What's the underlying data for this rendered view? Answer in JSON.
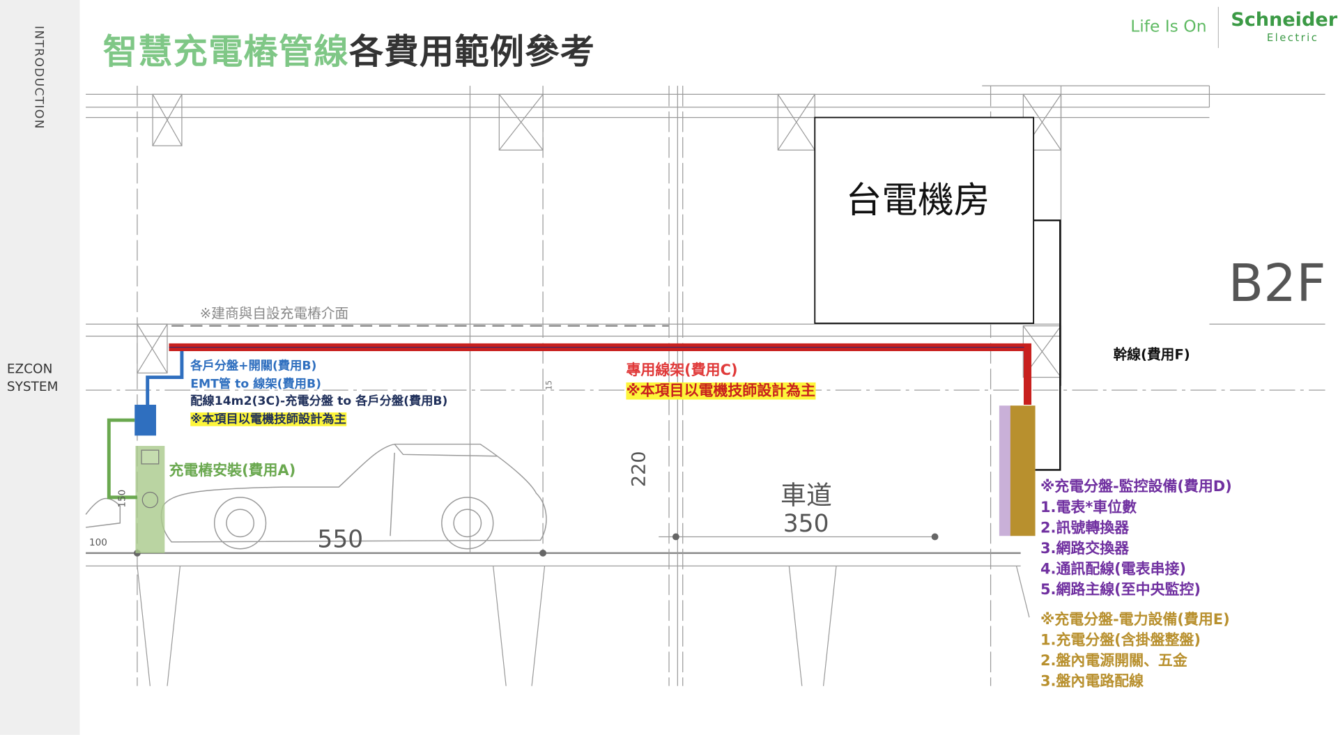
{
  "sidebar": {
    "section": "INTRODUCTION",
    "system": "EZCON SYSTEM"
  },
  "title": {
    "highlight": "智慧充電樁管線",
    "rest": "各費用範例參考"
  },
  "logo": {
    "tagline": "Life Is On",
    "brand": "Schneider",
    "brand_sub": "Electric"
  },
  "diagram": {
    "room": "台電機房",
    "floor": "B2F",
    "trunk": "幹線(費用F)",
    "interface": "※建商與自設充電樁介面",
    "cost_b": [
      "各戶分盤+開關(費用B)",
      "EMT管 to 線架(費用B)",
      "配線14m2(3C)-充電分盤 to 各戶分盤(費用B)",
      "※本項目以電機技師設計為主"
    ],
    "cost_c": [
      "專用線架(費用C)",
      "※本項目以電機技師設計為主"
    ],
    "cost_a": "充電樁安裝(費用A)",
    "dims": {
      "height": "220",
      "lane": "車道",
      "lane_width": "350",
      "space": "550",
      "d100": "100",
      "d150": "150",
      "d15": "15"
    },
    "cost_d": [
      "※充電分盤-監控設備(費用D)",
      "1.電表*車位數",
      "2.訊號轉換器",
      "3.網路交換器",
      "4.通訊配線(電表串接)",
      "5.網路主線(至中央監控)"
    ],
    "cost_e": [
      "※充電分盤-電力設備(費用E)",
      "1.充電分盤(含掛盤整盤)",
      "2.盤內電源開關、五金",
      "3.盤內電路配線"
    ]
  },
  "colors": {
    "red": "#c8201e",
    "blue": "#2f6fbf",
    "green": "#6aa84f",
    "purple": "#7030a0",
    "gold": "#b8902e",
    "title_green": "#7fc786"
  }
}
